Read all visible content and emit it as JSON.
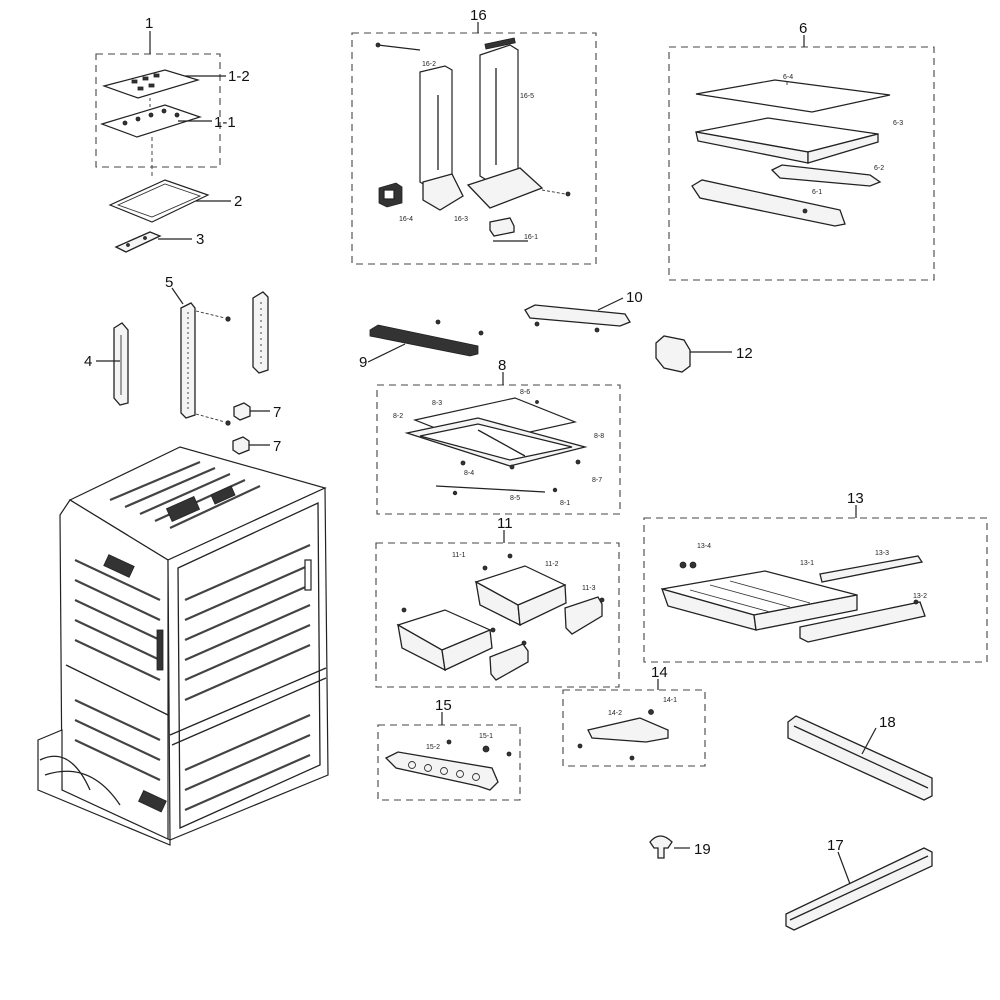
{
  "callouts": {
    "c1": "1",
    "c1_2": "1-2",
    "c1_1": "1-1",
    "c2": "2",
    "c3": "3",
    "c4": "4",
    "c5": "5",
    "c7a": "7",
    "c7b": "7",
    "c16": "16",
    "c16_2": "16-2",
    "c16_5": "16-5",
    "c16_4": "16-4",
    "c16_3": "16-3",
    "c16_1": "16-1",
    "c6": "6",
    "c6_4": "6-4",
    "c6_3": "6-3",
    "c6_2": "6-2",
    "c6_1": "6-1",
    "c9": "9",
    "c10": "10",
    "c12": "12",
    "c8": "8",
    "c8_3": "8-3",
    "c8_6": "8-6",
    "c8_2": "8-2",
    "c8_8": "8-8",
    "c8_4": "8-4",
    "c8_7": "8-7",
    "c8_5": "8-5",
    "c8_1": "8-1",
    "c11": "11",
    "c11_1": "11-1",
    "c11_2": "11-2",
    "c11_3": "11-3",
    "c13": "13",
    "c13_4": "13-4",
    "c13_1": "13-1",
    "c13_3": "13-3",
    "c13_2": "13-2",
    "c14": "14",
    "c14_2": "14-2",
    "c14_1": "14-1",
    "c15": "15",
    "c15_2": "15-2",
    "c15_1": "15-1",
    "c18": "18",
    "c19": "19",
    "c17": "17"
  }
}
